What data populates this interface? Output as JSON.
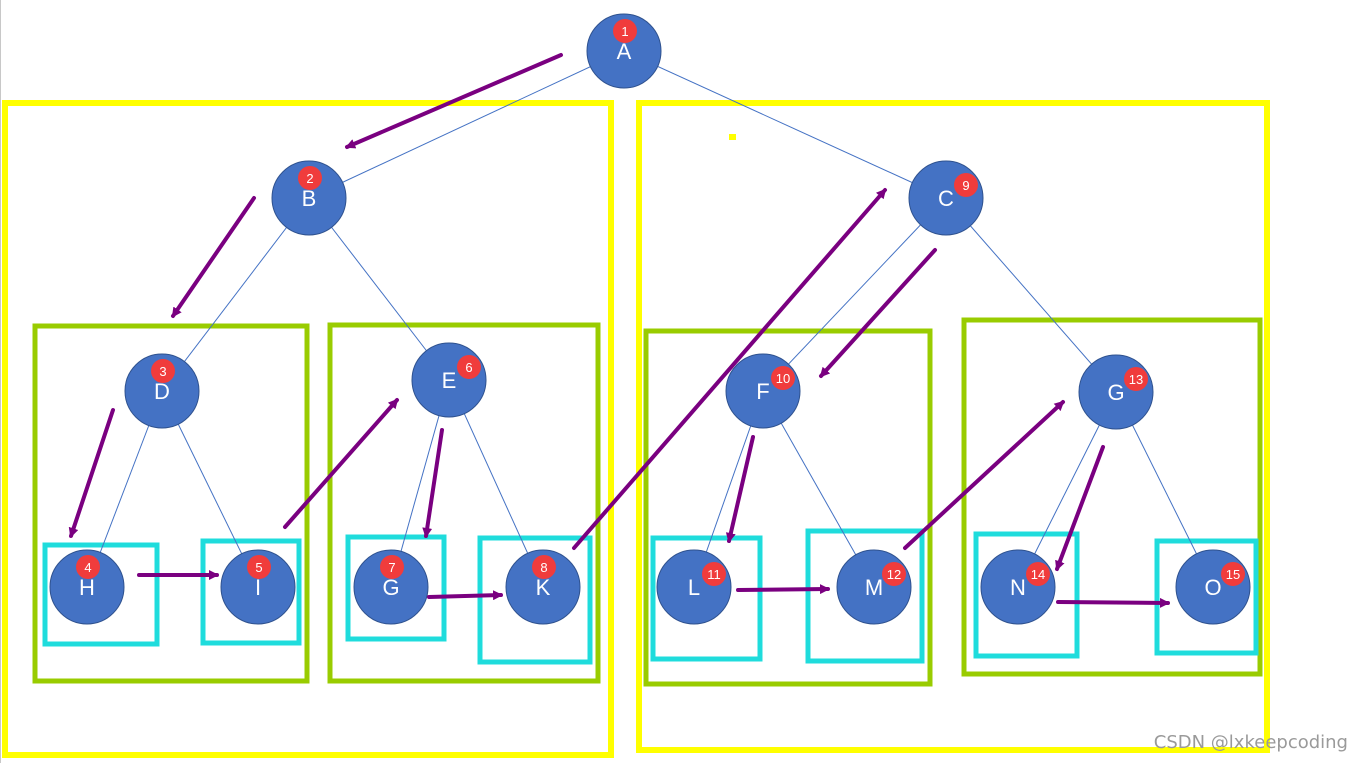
{
  "colors": {
    "node_fill": "#4472c4",
    "node_stroke": "#2f528f",
    "edge": "#4472c4",
    "badge": "#f03c3c",
    "arrow": "#7a0080",
    "box_yellow": "#ffff00",
    "box_green": "#99cc00",
    "box_cyan": "#1fdcdc"
  },
  "nodes": [
    {
      "id": "A",
      "label": "A",
      "order": "1"
    },
    {
      "id": "B",
      "label": "B",
      "order": "2"
    },
    {
      "id": "D",
      "label": "D",
      "order": "3"
    },
    {
      "id": "H",
      "label": "H",
      "order": "4"
    },
    {
      "id": "I",
      "label": "I",
      "order": "5"
    },
    {
      "id": "E",
      "label": "E",
      "order": "6"
    },
    {
      "id": "EG",
      "label": "G",
      "order": "7"
    },
    {
      "id": "K",
      "label": "K",
      "order": "8"
    },
    {
      "id": "C",
      "label": "C",
      "order": "9"
    },
    {
      "id": "F",
      "label": "F",
      "order": "10"
    },
    {
      "id": "L",
      "label": "L",
      "order": "11"
    },
    {
      "id": "M",
      "label": "M",
      "order": "12"
    },
    {
      "id": "G",
      "label": "G",
      "order": "13"
    },
    {
      "id": "N",
      "label": "N",
      "order": "14"
    },
    {
      "id": "O",
      "label": "O",
      "order": "15"
    }
  ],
  "edges": [
    [
      "A",
      "B"
    ],
    [
      "A",
      "C"
    ],
    [
      "B",
      "D"
    ],
    [
      "B",
      "E"
    ],
    [
      "D",
      "H"
    ],
    [
      "D",
      "I"
    ],
    [
      "E",
      "EG"
    ],
    [
      "E",
      "K"
    ],
    [
      "C",
      "F"
    ],
    [
      "C",
      "G"
    ],
    [
      "F",
      "L"
    ],
    [
      "F",
      "M"
    ],
    [
      "G",
      "N"
    ],
    [
      "G",
      "O"
    ]
  ],
  "visit_order": [
    "A",
    "B",
    "D",
    "H",
    "I",
    "E",
    "EG",
    "K",
    "C",
    "F",
    "L",
    "M",
    "G",
    "N",
    "O"
  ],
  "watermark": "CSDN @lxkeepcoding"
}
